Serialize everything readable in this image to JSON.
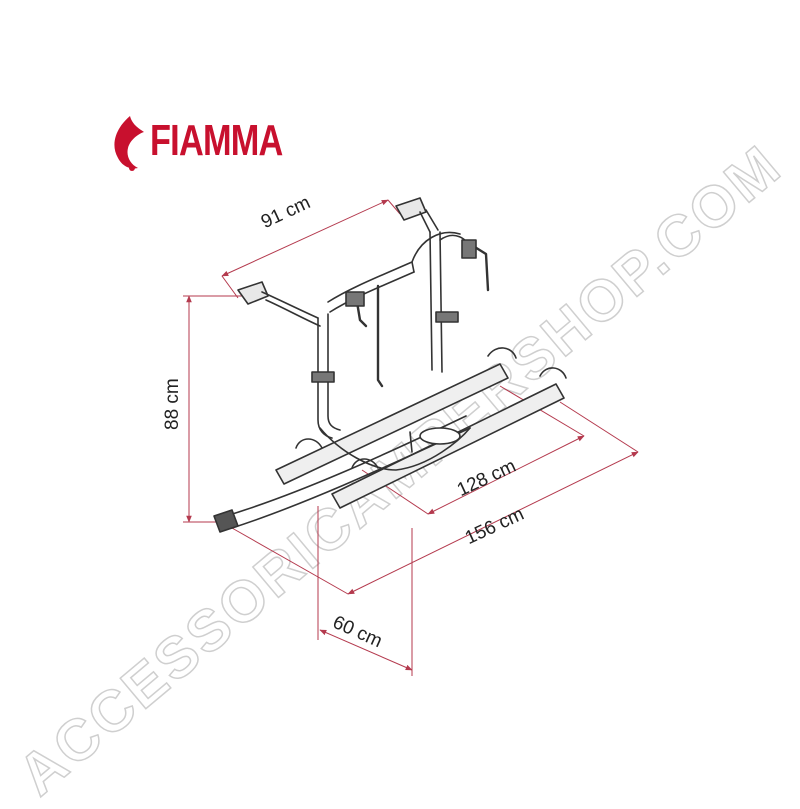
{
  "brand": {
    "name": "FIAMMA",
    "color": "#c8102e"
  },
  "dimensions": {
    "width_top": "91 cm",
    "height": "88 cm",
    "rail_inner": "128 cm",
    "rail_outer": "156 cm",
    "depth": "60 cm"
  },
  "watermark": "ACCESSORICAMPERSHOP.COM",
  "colors": {
    "dimension_line": "#b43a4e",
    "product_stroke": "#333333"
  }
}
